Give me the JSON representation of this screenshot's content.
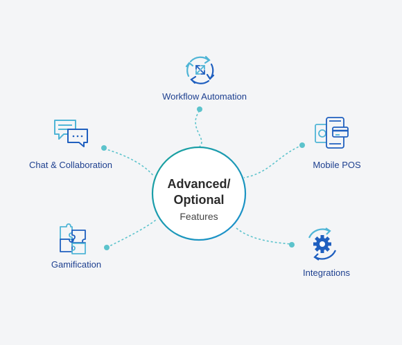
{
  "hub": {
    "title_line1": "Advanced/",
    "title_line2": "Optional",
    "subtitle": "Features"
  },
  "features": [
    {
      "label": "Workflow Automation",
      "icon": "workflow-cycle-icon"
    },
    {
      "label": "Chat & Collaboration",
      "icon": "chat-bubbles-icon"
    },
    {
      "label": "Mobile POS",
      "icon": "mobile-pos-icon"
    },
    {
      "label": "Gamification",
      "icon": "puzzle-icon"
    },
    {
      "label": "Integrations",
      "icon": "gear-sync-icon"
    }
  ],
  "colors": {
    "background": "#f4f5f7",
    "ring": "#1a9c9c",
    "connector": "#5cc3cc",
    "label": "#1d3f8f",
    "icon_primary": "#1f5fbf",
    "icon_accent": "#4fb5d6"
  }
}
